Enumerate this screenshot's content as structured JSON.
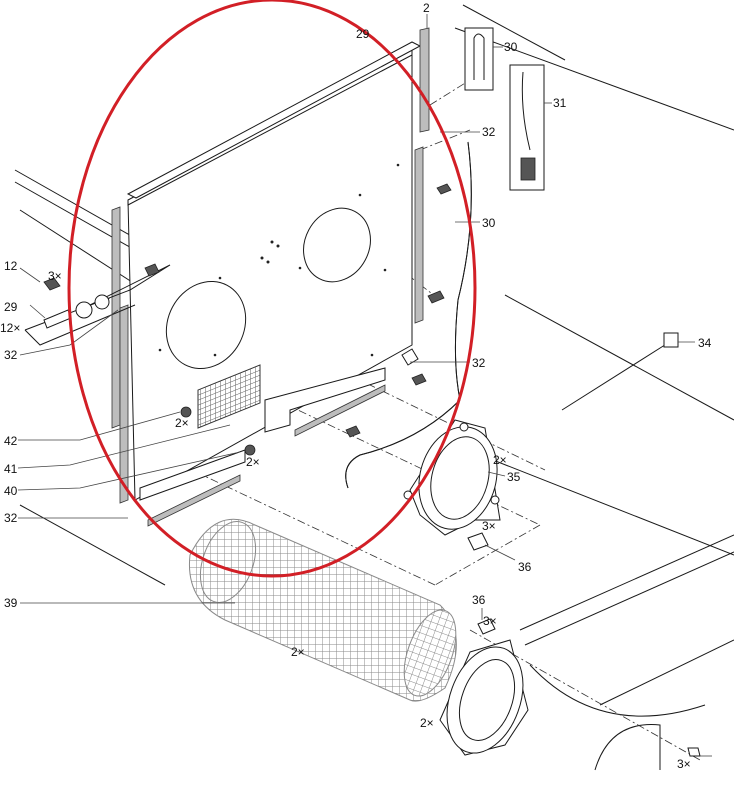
{
  "callouts": {
    "n2": "2",
    "n29_top": "29",
    "n30_top": "30",
    "n31": "31",
    "n32_top": "32",
    "n30_mid": "30",
    "n12": "12",
    "n3x_12": "3×",
    "n29": "29",
    "n12x": "12×",
    "n32_left": "32",
    "n34": "34",
    "n32_mid": "32",
    "n42": "42",
    "n2x_42": "2×",
    "n41": "41",
    "n2x_41": "2×",
    "n40": "40",
    "n2x_35": "2×",
    "n35": "35",
    "n32_bottom": "32",
    "n3x_36": "3×",
    "n36": "36",
    "n39": "39",
    "n36_lower": "36",
    "n3x_36_lower": "3×",
    "n2x_mesh": "2×",
    "n2x_flange": "2×",
    "n3x_bottom": "3×"
  },
  "colors": {
    "highlight_circle": "#d21f26",
    "line_art": "#1a1a1a",
    "mesh": "#8a8a8a"
  }
}
